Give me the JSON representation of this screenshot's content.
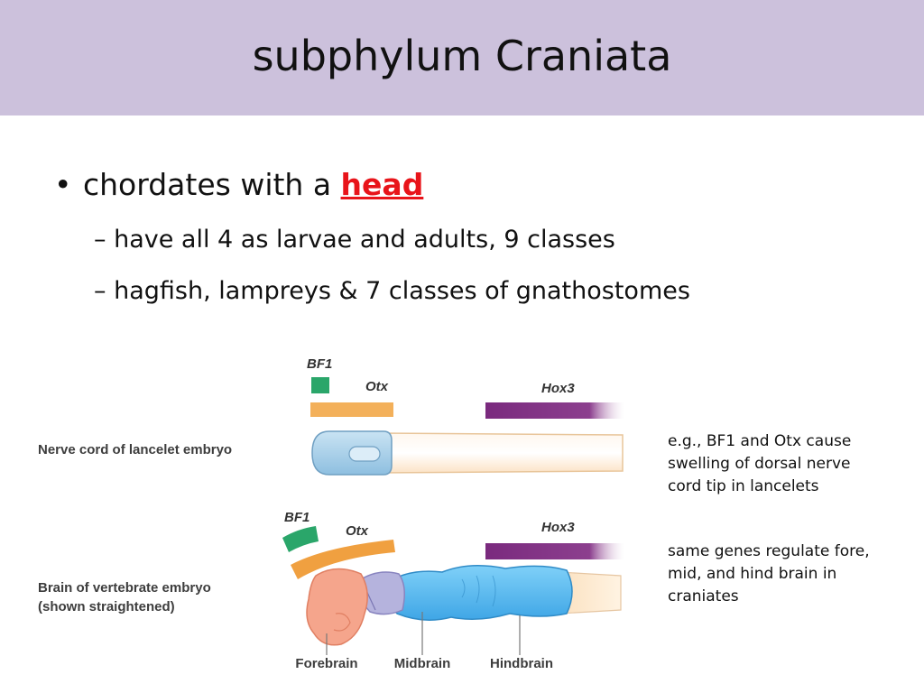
{
  "slide": {
    "title": "subphylum Craniata",
    "bullet1_prefix": "chordates with a ",
    "bullet1_emphasis": "head",
    "sub1": "– have all 4 as larvae and adults, 9 classes",
    "sub2": "– hagfish, lampreys & 7 classes of gnathostomes",
    "note1": [
      "e.g., BF1 and Otx cause",
      "swelling of dorsal nerve",
      "cord tip in lancelets"
    ],
    "note2": [
      "same genes regulate fore,",
      "mid, and hind brain in",
      "craniates"
    ]
  },
  "figure": {
    "lancelet_label": "Nerve cord of lancelet embryo",
    "vertebrate_label_1": "Brain of vertebrate embryo",
    "vertebrate_label_2": "(shown straightened)",
    "gene_bf1": "BF1",
    "gene_otx": "Otx",
    "gene_hox3": "Hox3",
    "region_forebrain": "Forebrain",
    "region_midbrain": "Midbrain",
    "region_hindbrain": "Hindbrain"
  },
  "colors": {
    "title_bar": "#ccc1dc",
    "emphasis": "#e8141a",
    "bf1": "#2aa66a",
    "otx": "#f0a040",
    "hox3": "#7a2a7e",
    "nerve_cord": "#9ccbe6",
    "forebrain": "#f5a58c",
    "midbrain": "#b5b3dd",
    "hindbrain": "#52b3ec"
  },
  "icons": [
    "bullet-dot"
  ]
}
